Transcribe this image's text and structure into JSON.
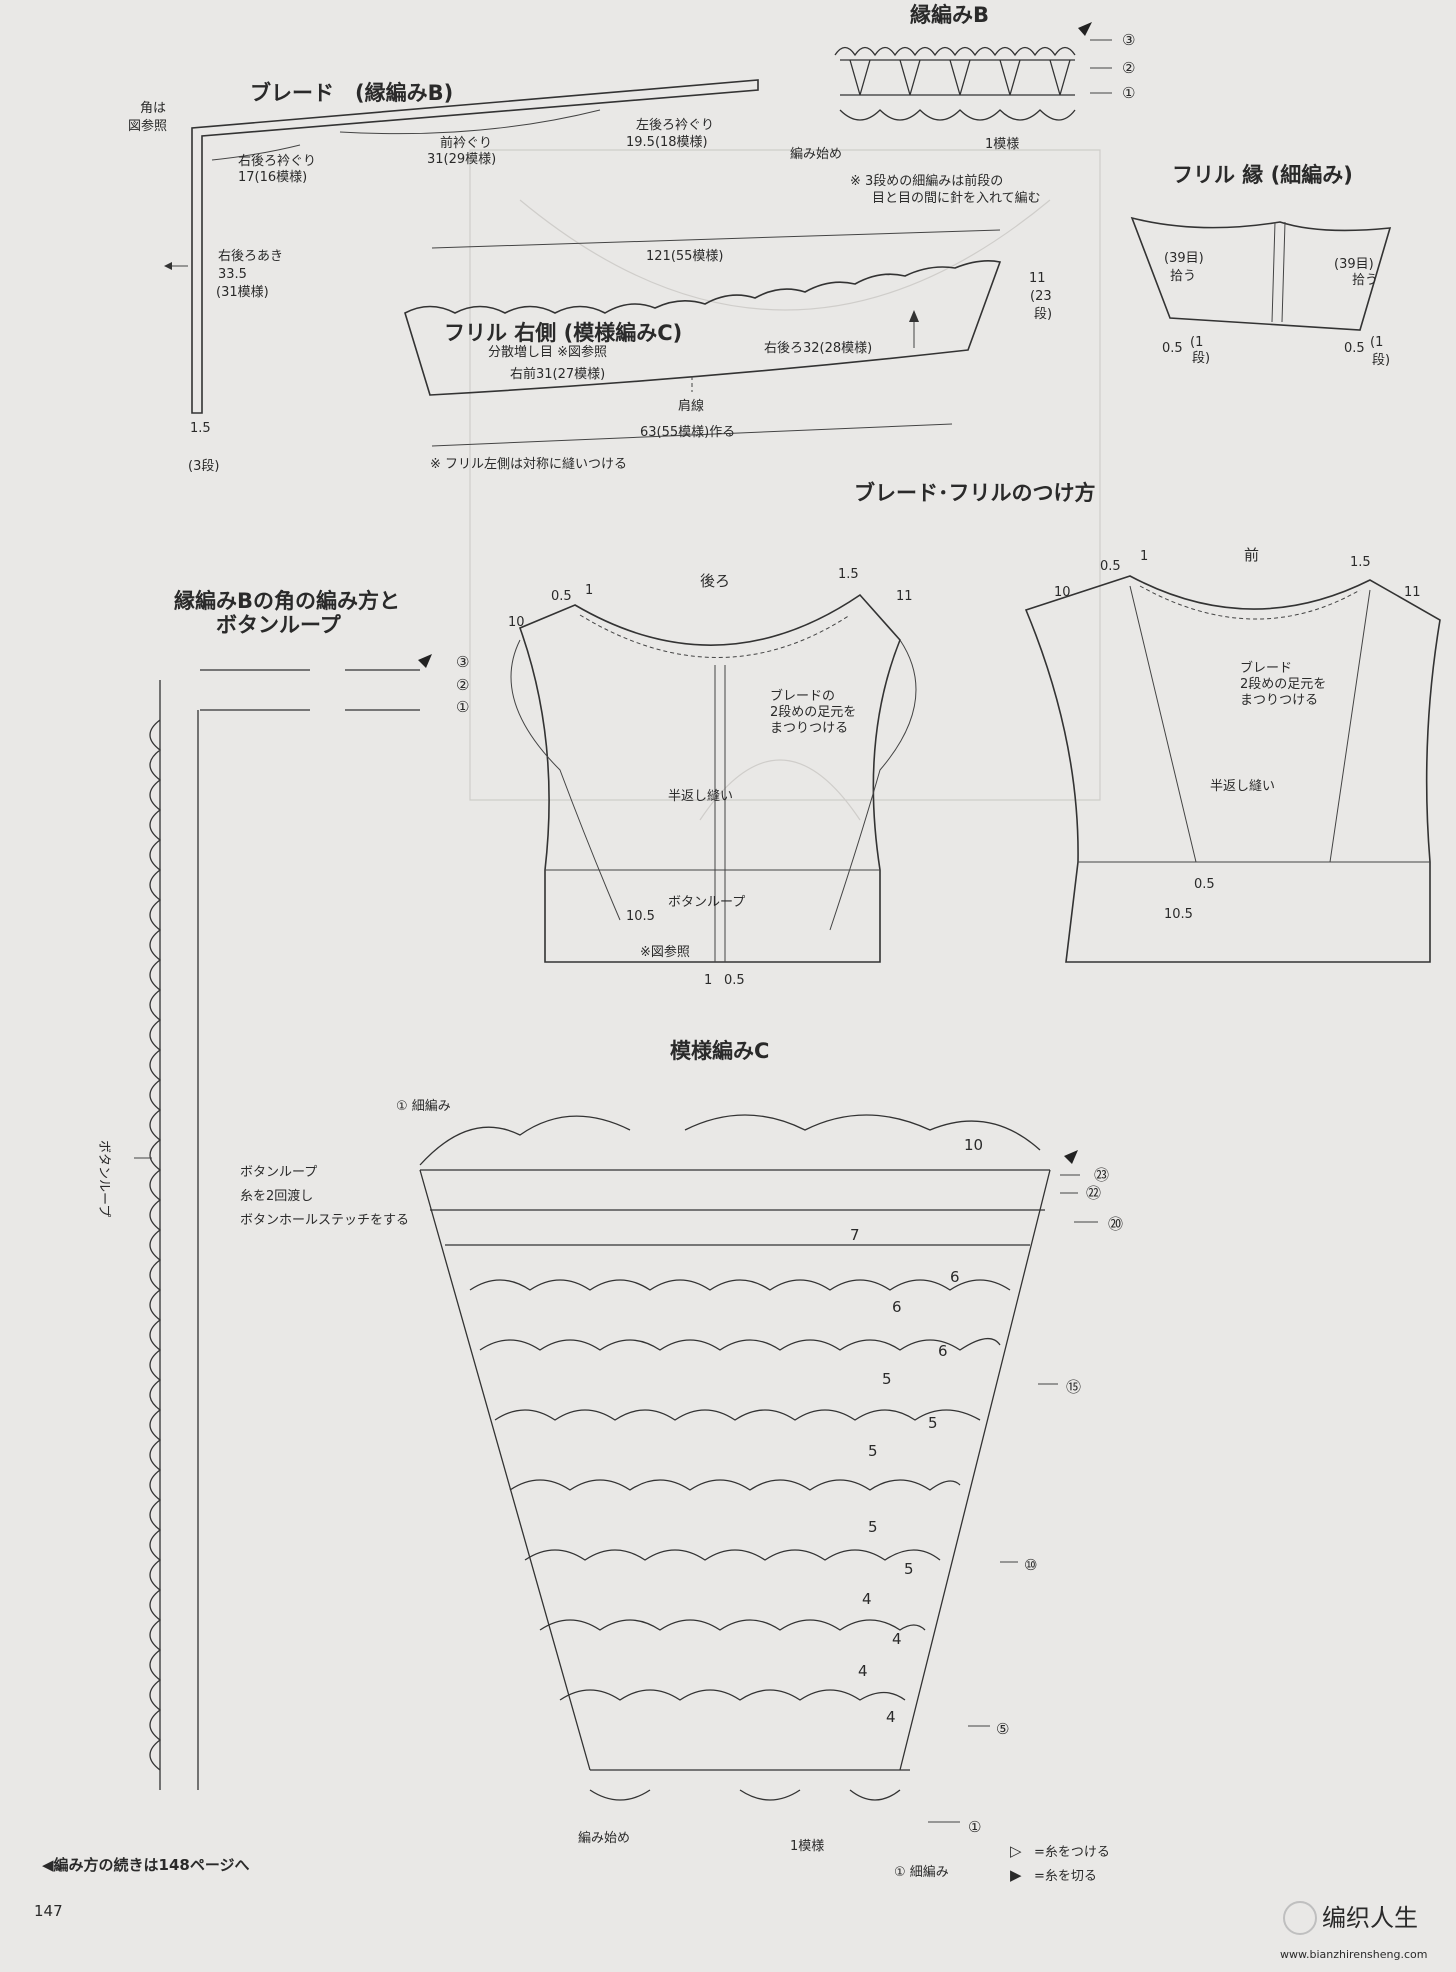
{
  "braid": {
    "title": "ブレード　(縁編みB)",
    "corner_note": [
      "角は",
      "図参照"
    ],
    "segments": [
      {
        "label": "右後ろ衿ぐり",
        "value": "17(16模様)"
      },
      {
        "label": "前衿ぐり",
        "value": "31(29模様)"
      },
      {
        "label": "左後ろ衿ぐり",
        "value": "19.5(18模様)"
      },
      {
        "label": "右後ろあき",
        "value": "33.5",
        "sub": "(31模様)"
      }
    ],
    "width_top": "1.5",
    "width_bottom": "(3段)"
  },
  "edging_b": {
    "title": "縁編みB",
    "rows": [
      "③",
      "②",
      "①"
    ],
    "start": "編み始め",
    "repeat": "1模様",
    "note": [
      "※ 3段めの細編みは前段の",
      "目と目の間に針を入れて編む"
    ]
  },
  "frill_edge": {
    "title": "フリル 縁 (細編み)",
    "pick_left": [
      "(39目)",
      "拾う"
    ],
    "pick_right": [
      "(39目)",
      "拾う"
    ],
    "dim_left": [
      "0.5",
      "(1",
      "段)"
    ],
    "dim_right": [
      "0.5",
      "(1",
      "段)"
    ]
  },
  "frill_right": {
    "title": "フリル 右側 (模様編みC)",
    "sub": "分散増し目 ※図参照",
    "top": "121(55模様)",
    "height": [
      "11",
      "(23",
      "段)"
    ],
    "right_front": "右前31(27模様)",
    "right_back": "右後ろ32(28模様)",
    "shoulder": "肩線",
    "bottom": "63(55模様)作る",
    "note": "※ フリル左側は対称に縫いつける"
  },
  "attach": {
    "title": "ブレード･フリルのつけ方",
    "back_label": "後ろ",
    "front_label": "前",
    "back_dims": [
      "0.5",
      "1",
      "10",
      "1.5",
      "11",
      "10.5",
      "1",
      "0.5"
    ],
    "front_dims": [
      "10",
      "0.5",
      "1",
      "1.5",
      "11",
      "0.5",
      "10.5"
    ],
    "back_note_braid": [
      "ブレードの",
      "2段めの足元を",
      "まつりつける"
    ],
    "front_note_braid": [
      "ブレード",
      "2段めの足元を",
      "まつりつける"
    ],
    "backstitch": [
      "半返し縫い"
    ],
    "button_loop": [
      "ボタンループ",
      "※図参照"
    ]
  },
  "corner": {
    "title": [
      "縁編みBの角の編み方と",
      "ボタンループ"
    ],
    "rows": [
      "③",
      "②",
      "①"
    ],
    "button_loop_label": "ボタンループ",
    "instructions": [
      "ボタンループ",
      "糸を2回渡し",
      "ボタンホールステッチをする"
    ]
  },
  "pattern_c": {
    "title": "模様編みC",
    "first_sc": "① 細編み",
    "last_sc": "① 細編み",
    "row_markers": [
      "㉓",
      "㉒",
      "⑳",
      "⑮",
      "⑩",
      "⑤",
      "①"
    ],
    "inner_numbers": [
      "10",
      "7",
      "6",
      "6",
      "6",
      "5",
      "5",
      "5",
      "5",
      "5",
      "4",
      "4",
      "4",
      "4"
    ],
    "start": "編み始め",
    "repeat": "1模様",
    "legend": [
      {
        "symbol": "▷",
        "text": "=糸をつける"
      },
      {
        "symbol": "▶",
        "text": "=糸を切る"
      }
    ]
  },
  "footer": {
    "continue": "◀編み方の続きは148ページへ",
    "page_number": "147"
  },
  "watermark": {
    "text": "编织人生",
    "url": "www.bianzhirensheng.com"
  }
}
